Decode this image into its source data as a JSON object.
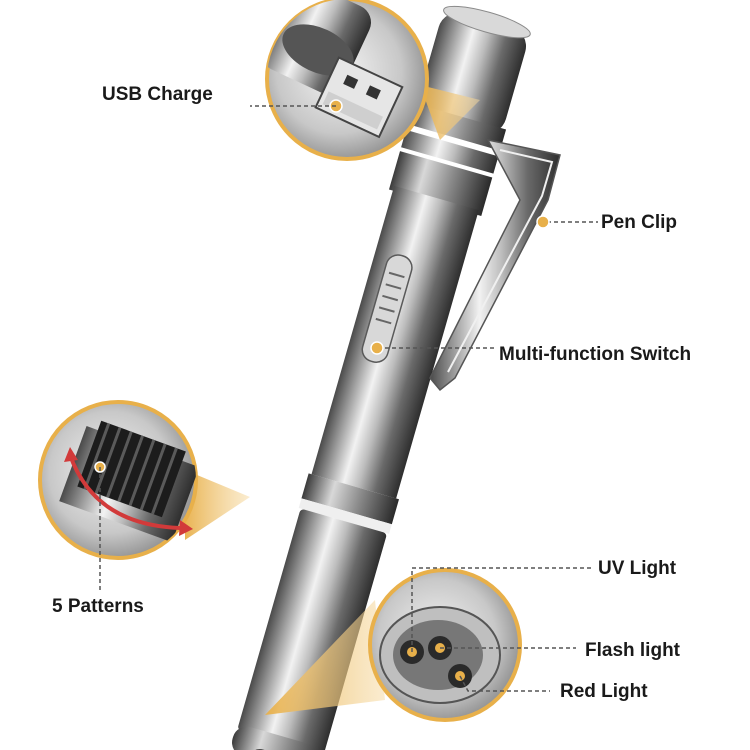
{
  "labels": {
    "usb_charge": "USB Charge",
    "pen_clip": "Pen Clip",
    "multi_function_switch": "Multi-function Switch",
    "five_patterns": "5 Patterns",
    "uv_light": "UV Light",
    "flash_light": "Flash light",
    "red_light": "Red Light"
  },
  "colors": {
    "accent_gold": "#e8b04a",
    "callout_dash": "#555555",
    "rotation_arrow": "#d23a3a"
  }
}
